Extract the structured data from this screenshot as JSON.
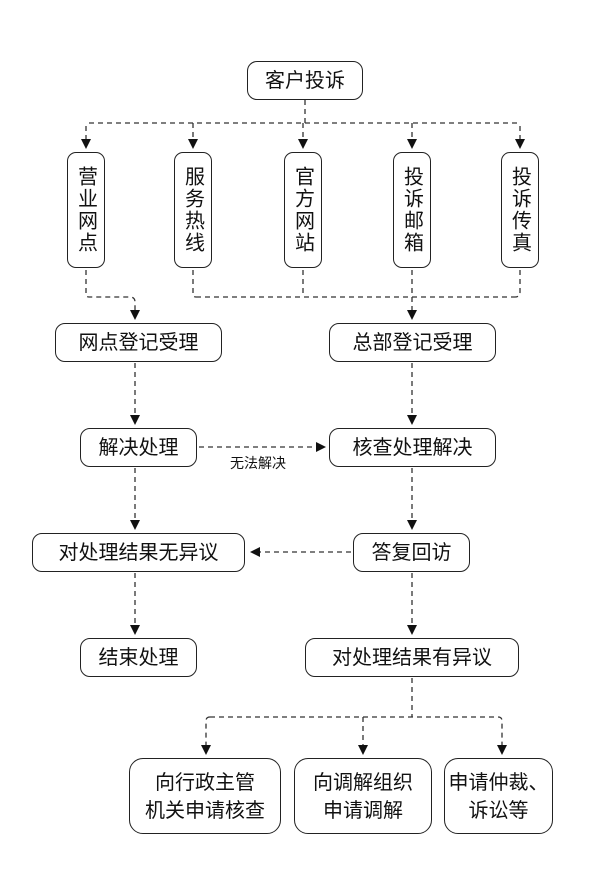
{
  "diagram": {
    "type": "flowchart",
    "nodes": {
      "start": "客户投诉",
      "channels": [
        "营业网点",
        "服务热线",
        "官方网站",
        "投诉邮箱",
        "投诉传真"
      ],
      "branch_register": "网点登记受理",
      "hq_register": "总部登记受理",
      "branch_resolve": "解决处理",
      "hq_verify": "核查处理解决",
      "no_objection": "对处理结果无异议",
      "follow_up": "答复回访",
      "end": "结束处理",
      "objection": "对处理结果有异议",
      "outcomes": [
        "向行政主管\n机关申请核查",
        "向调解组织\n申请调解",
        "申请仲裁、\n诉讼等"
      ]
    },
    "edge_labels": {
      "unresolved": "无法解决"
    },
    "edges": [
      {
        "from": "客户投诉",
        "to": [
          "营业网点",
          "服务热线",
          "官方网站",
          "投诉邮箱",
          "投诉传真"
        ]
      },
      {
        "from": "营业网点",
        "to": "网点登记受理"
      },
      {
        "from": [
          "服务热线",
          "官方网站",
          "投诉邮箱",
          "投诉传真"
        ],
        "to": "总部登记受理"
      },
      {
        "from": "网点登记受理",
        "to": "解决处理"
      },
      {
        "from": "总部登记受理",
        "to": "核查处理解决"
      },
      {
        "from": "解决处理",
        "to": "核查处理解决",
        "label": "无法解决"
      },
      {
        "from": "解决处理",
        "to": "对处理结果无异议"
      },
      {
        "from": "核查处理解决",
        "to": "答复回访"
      },
      {
        "from": "答复回访",
        "to": "对处理结果无异议"
      },
      {
        "from": "对处理结果无异议",
        "to": "结束处理"
      },
      {
        "from": "答复回访",
        "to": "对处理结果有异议"
      },
      {
        "from": "对处理结果有异议",
        "to": [
          "向行政主管机关申请核查",
          "向调解组织申请调解",
          "申请仲裁、诉讼等"
        ]
      }
    ],
    "colors": {
      "stroke": "#222222",
      "background": "#ffffff",
      "text": "#111111"
    }
  }
}
